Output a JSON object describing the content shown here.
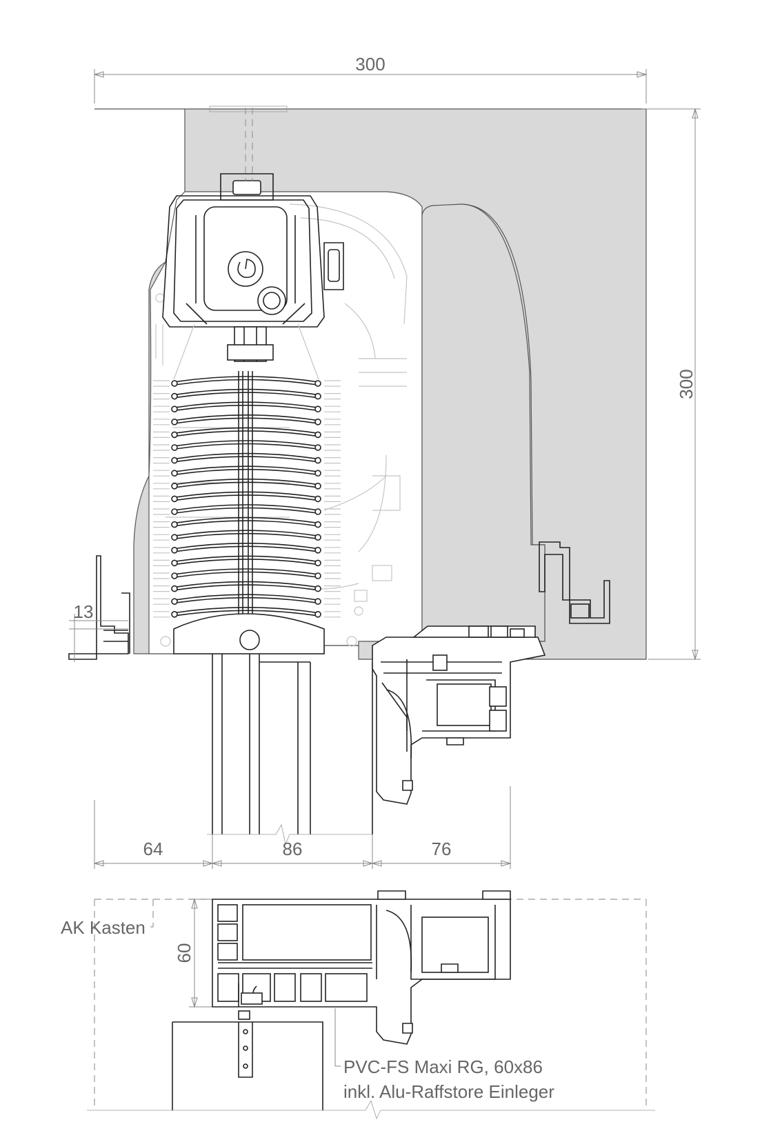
{
  "dimensions": {
    "top_width": "300",
    "right_height": "300",
    "left_offset": "13",
    "bottom_left": "64",
    "bottom_middle": "86",
    "bottom_right": "76",
    "section_height": "60"
  },
  "labels": {
    "box": "AK Kasten",
    "profile_line1": "PVC-FS Maxi RG, 60x86",
    "profile_line2": "inkl. Alu-Raffstore Einleger"
  },
  "colors": {
    "box_fill": "#d9d9d9",
    "line": "#222222",
    "dimension": "#888888",
    "ghost": "#c4c4c4"
  }
}
